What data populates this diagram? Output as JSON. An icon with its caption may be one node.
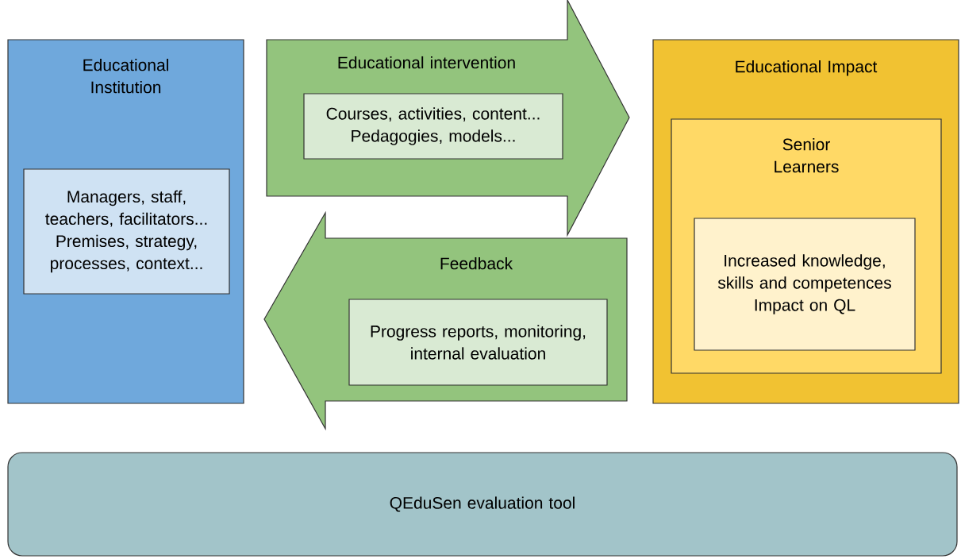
{
  "diagram": {
    "nodes": [
      {
        "text": [
          "Educational Institution"
        ]
      },
      {
        "text": [
          "Managers, staff, teachers, facilitators...",
          "Premises, strategy, processes, context..."
        ],
        "in": 0
      },
      {
        "text": [
          "Educational intervention"
        ]
      },
      {
        "text": [
          "Courses, activities, content...",
          "Pedagogies, models..."
        ],
        "in": 2
      },
      {
        "text": [
          "Feedback"
        ]
      },
      {
        "text": [
          "Progress reports, monitoring, internal evaluation"
        ],
        "in": 4
      },
      {
        "text": [
          "Educational Impact"
        ]
      },
      {
        "text": [
          "Senior Learners"
        ],
        "in": 6
      },
      {
        "text": [
          "Increased knowledge, skills and competences",
          "Impact on QL"
        ],
        "in": 7
      },
      {
        "text": [
          "QEduSen evaluation tool"
        ]
      }
    ]
  }
}
